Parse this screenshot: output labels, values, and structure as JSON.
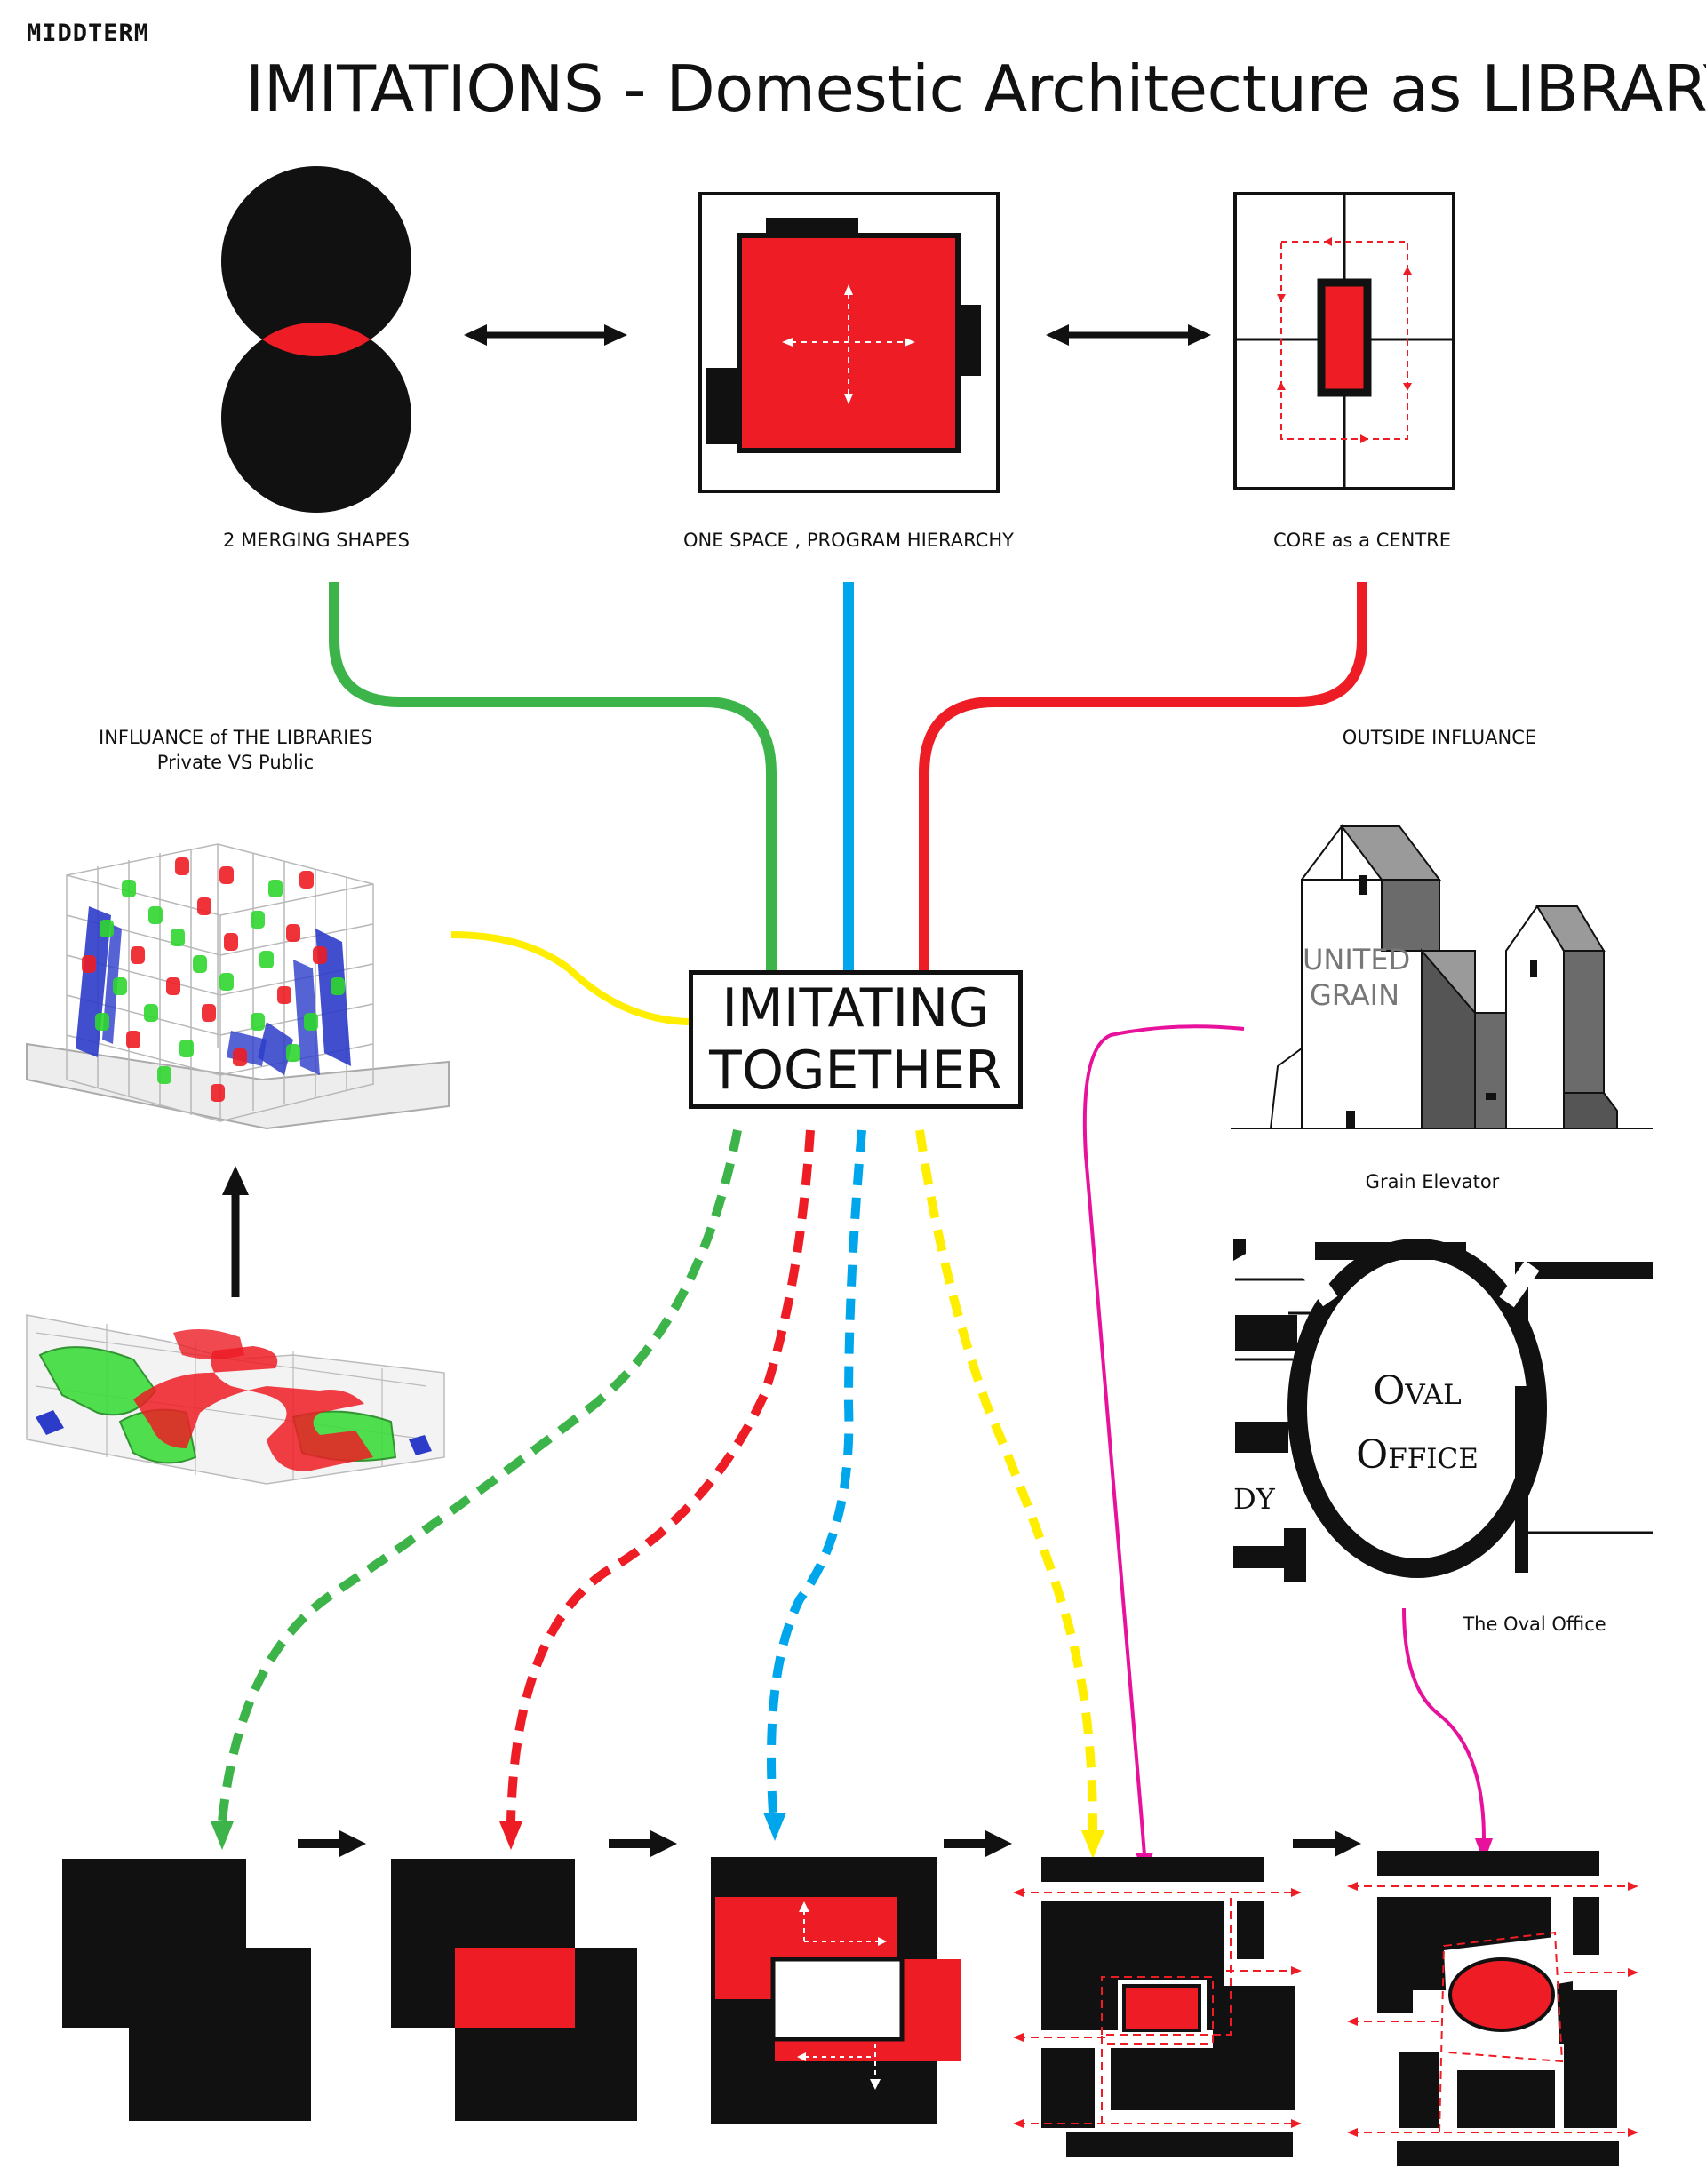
{
  "brand": "MIDDTERM",
  "title": "IMITATIONS -  Domestic Architecture as LIBRARY",
  "colors": {
    "red": "#ee1c24",
    "black": "#111111",
    "green": "#3cb44a",
    "blue": "#00a6ec",
    "yellow": "#ffee00",
    "magenta": "#e8119b"
  },
  "concepts": [
    {
      "label": "2 MERGING SHAPES"
    },
    {
      "label": "ONE SPACE , PROGRAM HIERARCHY"
    },
    {
      "label": "CORE as a CENTRE"
    }
  ],
  "hub": {
    "line1": "IMITATING",
    "line2": "TOGETHER"
  },
  "libraries": {
    "line1": "INFLUANCE of THE LIBRARIES",
    "line2": "Private VS Public"
  },
  "outside": {
    "label": "OUTSIDE INFLUANCE"
  },
  "grain": {
    "caption": "Grain Elevator",
    "sign1": "UNITED",
    "sign2": "GRAIN"
  },
  "oval": {
    "caption": "The Oval Office",
    "line1": "Oval",
    "line2": "Office",
    "fragment": "DY"
  }
}
